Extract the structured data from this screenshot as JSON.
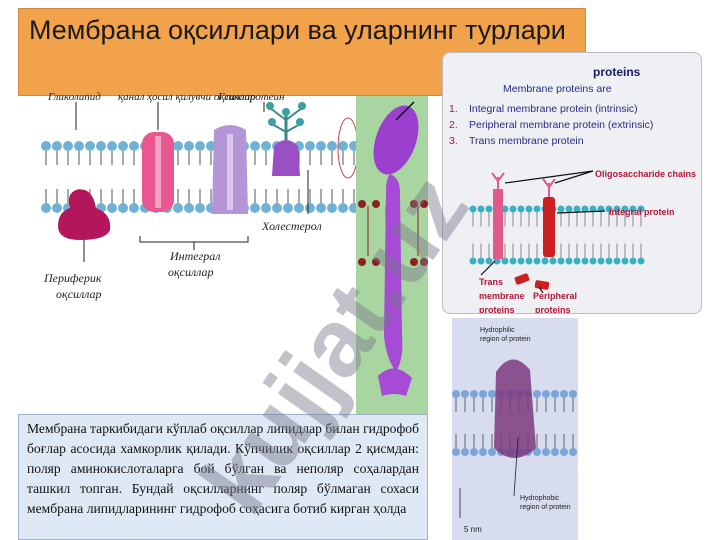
{
  "title": "Мембрана оқсиллари ва уларнинг турлари",
  "left_diagram": {
    "top_labels_partial": [
      "Гликолипид",
      "қанал ҳосил қилувчи оқсиллар",
      "Гликопротеин"
    ],
    "cholesterol_label": "Холестерол",
    "integral_label_line1": "Интеграл",
    "integral_label_line2": "оқсиллар",
    "peripheral_label_line1": "Периферик",
    "peripheral_label_line2": "оқсиллар"
  },
  "right_panel": {
    "header_partial": "proteins",
    "intro_partial": "Membrane proteins are",
    "list": [
      {
        "num": "1.",
        "text": "Integral membrane protein (intrinsic)"
      },
      {
        "num": "2.",
        "text": "Peripheral membrane protein (extrinsic)"
      },
      {
        "num": "3.",
        "text": "Trans membrane protein"
      }
    ],
    "label_oligo": "Oligosaccharide chains",
    "label_integral": "Integral protein",
    "label_trans_line1": "Trans",
    "label_trans_line2": "membrane",
    "label_trans_line3": "proteins",
    "label_peripheral_line1": "Peripheral",
    "label_peripheral_line2": "proteins"
  },
  "bottom_right": {
    "label_hydrophilic_line1": "Hydrophilic",
    "label_hydrophilic_line2": "region of protein",
    "label_hydrophobic_line1": "Hydrophobic",
    "label_hydrophobic_line2": "region of protein",
    "scale": "5 nm"
  },
  "body_text": "Мембрана таркибидаги кўплаб оқсиллар липидлар билан гидрофоб боғлар асосида хамкорлик қилади. Кўпчилик оқсиллар 2 қисмдан: поляр аминокислоталарга бой бўлган ва неполяр соҳалардан ташкил топган. Бундай оқсилларнинг поляр бўлмаган сохаси мембрана липидларининг гидрофоб соҳасига ботиб кирган ҳолда",
  "watermark": "kujjat.uz",
  "colors": {
    "title_bg": "#f3a24c",
    "text_box_bg": "#dfe8f5",
    "protein_pink": "#e8578f",
    "protein_purple": "#9b4fc4",
    "lipid_head": "#6fb2d6"
  }
}
